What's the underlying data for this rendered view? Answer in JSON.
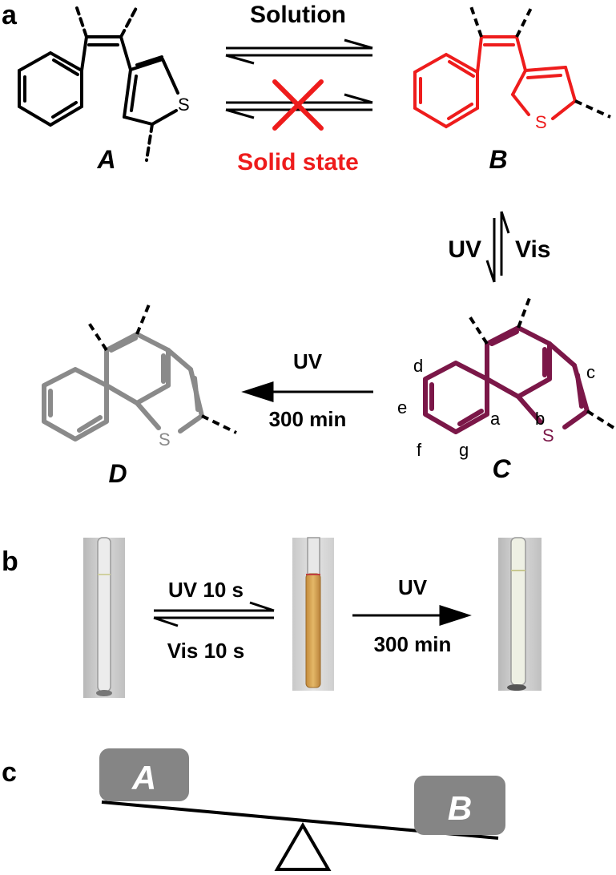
{
  "panels": {
    "a": "a",
    "b": "b",
    "c": "c"
  },
  "compounds": {
    "A": "A",
    "B": "B",
    "C": "C",
    "D": "D"
  },
  "atoms": {
    "S": "S"
  },
  "arrows": {
    "solution": "Solution",
    "solid_state": "Solid state",
    "uv": "UV",
    "vis": "Vis",
    "uv_300": "UV",
    "min_300": "300 min"
  },
  "site_labels": {
    "a": "a",
    "b": "b",
    "c": "c",
    "d": "d",
    "e": "e",
    "f": "f",
    "g": "g"
  },
  "panel_b": {
    "uv10": "UV 10 s",
    "vis10": "Vis 10 s",
    "uv": "UV",
    "min300": "300 min"
  },
  "seesaw": {
    "left": "A",
    "right": "B"
  },
  "colors": {
    "black": "#000000",
    "red": "#ee1c1c",
    "maroon": "#7b1748",
    "gray": "#8a8a8a",
    "box": "#858585",
    "tube_amber": "#d9a85a"
  }
}
